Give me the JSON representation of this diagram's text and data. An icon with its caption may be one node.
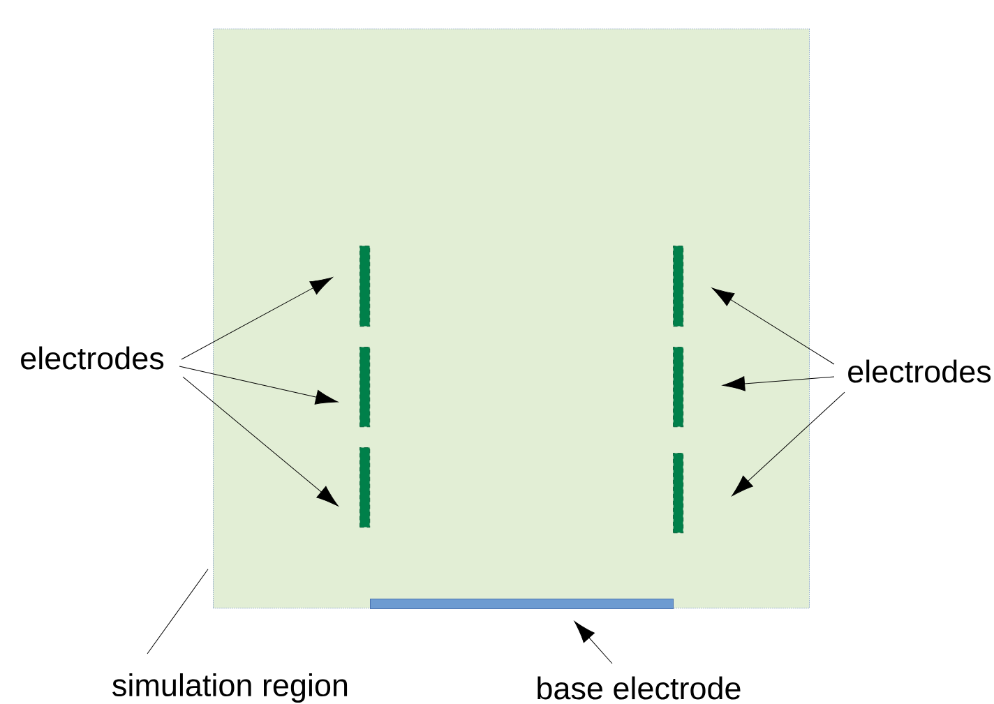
{
  "diagram": {
    "nodes": [
      {
        "text": [],
        "shape": "box"
      },
      {
        "text": [],
        "shape": "bar",
        "in": 0
      },
      {
        "text": [],
        "shape": "bar",
        "in": 0
      },
      {
        "text": [],
        "shape": "bar",
        "in": 0
      },
      {
        "text": [],
        "shape": "bar",
        "in": 0
      },
      {
        "text": [],
        "shape": "bar",
        "in": 0
      },
      {
        "text": [],
        "shape": "bar",
        "in": 0
      },
      {
        "text": [],
        "shape": "bar",
        "in": 0
      },
      {
        "text": [
          "electrodes"
        ]
      },
      {
        "text": [
          "electrodes"
        ]
      },
      {
        "text": [
          "simulation region"
        ]
      },
      {
        "text": [
          "base electrode"
        ]
      }
    ],
    "edges": [
      {
        "from": 8,
        "to": 1,
        "arrow": "to"
      },
      {
        "from": 8,
        "to": 2,
        "arrow": "to"
      },
      {
        "from": 8,
        "to": 3,
        "arrow": "to"
      },
      {
        "from": 9,
        "to": 4,
        "arrow": "to"
      },
      {
        "from": 9,
        "to": 5,
        "arrow": "to"
      },
      {
        "from": 9,
        "to": 6,
        "arrow": "to"
      },
      {
        "from": 10,
        "to": 0,
        "arrow": "none"
      },
      {
        "from": 11,
        "to": 7,
        "arrow": "to"
      }
    ]
  }
}
